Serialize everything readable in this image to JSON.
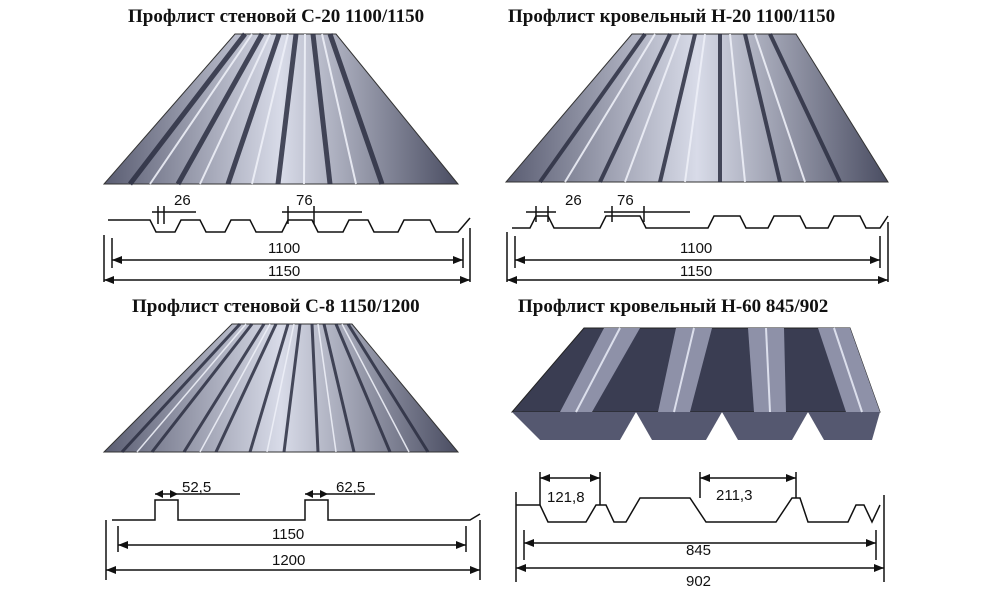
{
  "panels": [
    {
      "title": "Профлист стеновой С-20 1100/1150",
      "dim_a": "26",
      "dim_b": "76",
      "width_inner": "1100",
      "width_outer": "1150"
    },
    {
      "title": "Профлист кровельный Н-20 1100/1150",
      "dim_a": "26",
      "dim_b": "76",
      "width_inner": "1100",
      "width_outer": "1150"
    },
    {
      "title": "Профлист стеновой С-8 1150/1200",
      "dim_a": "52,5",
      "dim_b": "62,5",
      "width_inner": "1150",
      "width_outer": "1200"
    },
    {
      "title": "Профлист кровельный Н-60 845/902",
      "dim_a": "121,8",
      "dim_b": "211,3",
      "width_inner": "845",
      "width_outer": "902"
    }
  ],
  "colors": {
    "sheet_light": "#c9ccdc",
    "sheet_mid": "#7d8098",
    "sheet_dark": "#3a3d52",
    "line": "#111111"
  }
}
